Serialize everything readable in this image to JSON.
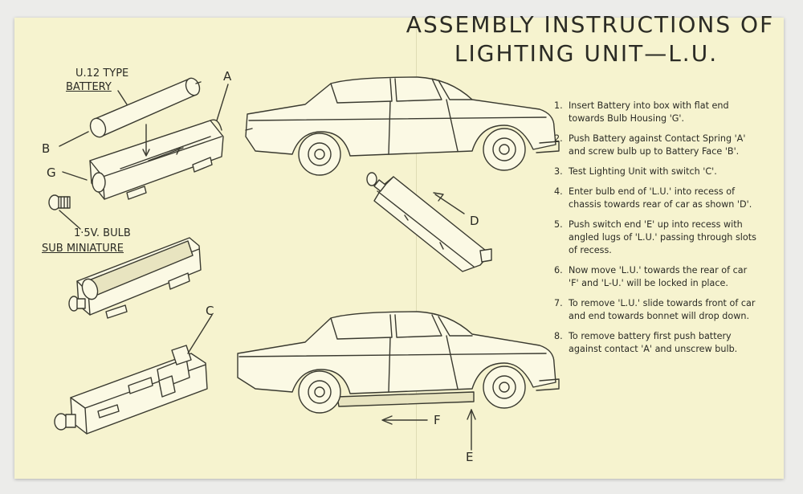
{
  "title": {
    "line1": "ASSEMBLY INSTRUCTIONS OF",
    "line2": "LIGHTING UNIT—L.U."
  },
  "labels": {
    "battery_type_line1": "U.12 TYPE",
    "battery_type_line2": "BATTERY",
    "bulb_line1": "1·5V. BULB",
    "bulb_line2": "SUB MINIATURE",
    "A": "A",
    "B": "B",
    "C": "C",
    "D": "D",
    "E": "E",
    "F": "F",
    "G": "G"
  },
  "steps": [
    {
      "num": "1.",
      "text": "Insert Battery into box with flat end towards Bulb Housing 'G'."
    },
    {
      "num": "2.",
      "text": "Push Battery against Contact Spring 'A' and screw bulb up to Battery Face 'B'."
    },
    {
      "num": "3.",
      "text": "Test Lighting Unit with switch 'C'."
    },
    {
      "num": "4.",
      "text": "Enter bulb end of 'L.U.' into recess of chassis towards rear of car as shown 'D'."
    },
    {
      "num": "5.",
      "text": "Push switch end 'E' up into recess with angled lugs of 'L.U.' passing through slots of recess."
    },
    {
      "num": "6.",
      "text": "Now move 'L.U.' towards the rear of car 'F' and 'L-U.' will be locked in place."
    },
    {
      "num": "7.",
      "text": "To remove 'L.U.' slide towards front of car and end towards bonnet will drop down."
    },
    {
      "num": "8.",
      "text": "To remove battery first push battery against contact 'A' and unscrew bulb."
    }
  ]
}
